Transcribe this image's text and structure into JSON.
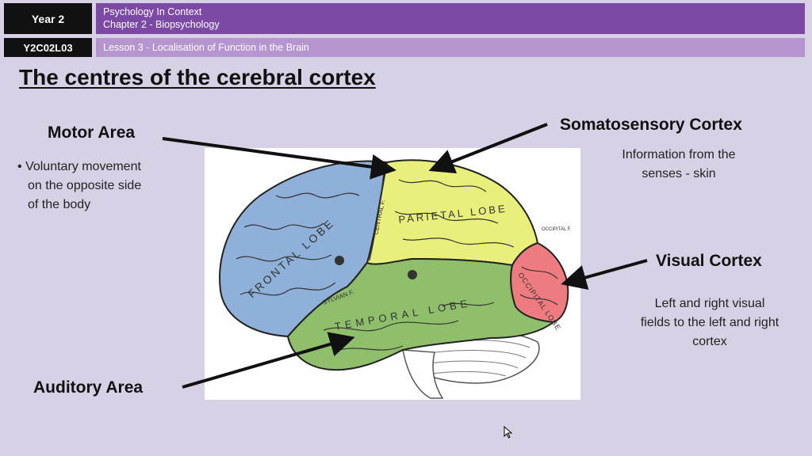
{
  "header": {
    "year": "Year 2",
    "code": "Y2C02L03",
    "course": "Psychology In Context",
    "chapter": "Chapter 2 - Biopsychology",
    "lesson": "Lesson 3 - Localisation of Function in the Brain"
  },
  "slide": {
    "title": "The centres of the cerebral cortex"
  },
  "areas": {
    "motor": {
      "title": "Motor Area",
      "bullet": "•",
      "desc_lines": [
        "Voluntary movement",
        "on the opposite side",
        "of the body"
      ]
    },
    "somatosensory": {
      "title": "Somatosensory Cortex",
      "desc_lines": [
        "Information from the",
        "senses - skin"
      ]
    },
    "visual": {
      "title": "Visual Cortex",
      "desc_lines": [
        "Left and right visual",
        "fields to the left and right",
        "cortex"
      ]
    },
    "auditory": {
      "title": "Auditory Area"
    }
  },
  "diagram_labels": {
    "frontal": "FRONTAL LOBE",
    "parietal": "PARIETAL LOBE",
    "temporal": "TEMPORAL LOBE",
    "occipital": "OCCIPITAL LOBE",
    "occipital_f": "OCCIPITAL F.",
    "sylvian": "SYLVIAN F.",
    "central": "CENTRAL F."
  },
  "colors": {
    "course_bar": "#7c4aa4",
    "lesson_bar": "#b694cf",
    "frontal": "#8fb0d8",
    "parietal": "#e8ef7a",
    "temporal": "#8fbf6a",
    "occipital": "#ee7b80",
    "background": "#d8d0e4"
  }
}
